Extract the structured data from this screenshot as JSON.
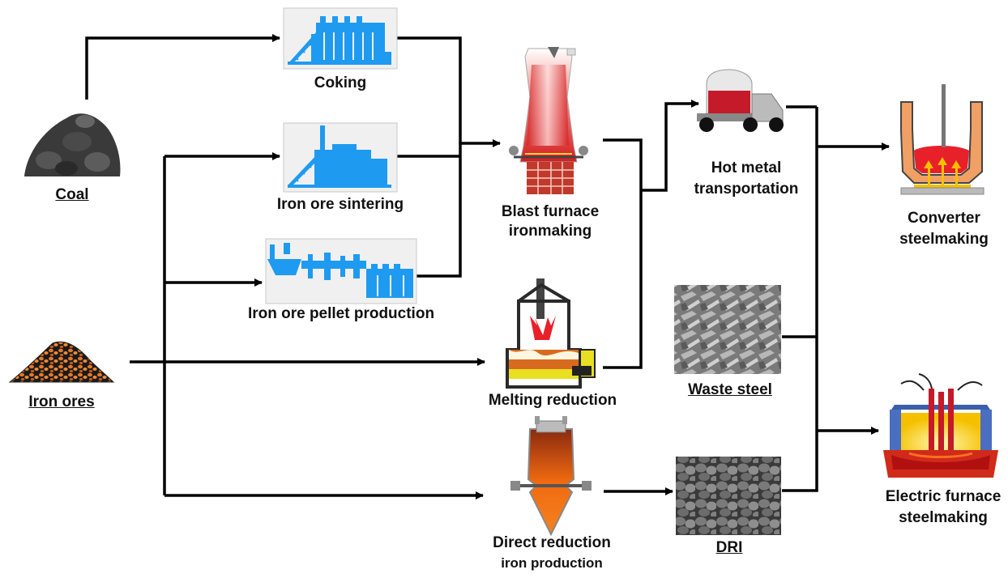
{
  "raw_materials": {
    "coal": "Coal",
    "iron_ores": "Iron ores"
  },
  "processes": {
    "coking": "Coking",
    "sintering": "Iron ore sintering",
    "pellet": "Iron ore pellet production",
    "blast_furnace_line1": "Blast furnace",
    "blast_furnace_line2": "ironmaking",
    "melting_reduction": "Melting reduction",
    "direct_reduction_line1": "Direct reduction",
    "direct_reduction_line2": "iron production",
    "hot_metal_line1": "Hot metal",
    "hot_metal_line2": "transportation",
    "waste_steel": "Waste steel",
    "dri": "DRI",
    "converter_line1": "Converter",
    "converter_line2": "steelmaking",
    "electric_line1": "Electric furnace",
    "electric_line2": "steelmaking"
  },
  "colors": {
    "process_icon": "#1e9bf0",
    "panel_bg": "#f0f0f0",
    "furnace_red": "#e8202a",
    "molten_orange": "#f58220",
    "flow_line": "#000000"
  },
  "icons": {
    "coal": "coal-pile-icon",
    "iron_ores": "iron-ore-pile-icon",
    "coking": "coking-plant-icon",
    "sintering": "sintering-plant-icon",
    "pellet": "pellet-plant-icon",
    "blast_furnace": "blast-furnace-icon",
    "melting": "melting-reduction-furnace-icon",
    "direct_reduction": "shaft-furnace-icon",
    "hot_metal": "hot-metal-truck-icon",
    "waste_steel": "scrap-steel-photo",
    "dri": "dri-pellets-photo",
    "converter": "converter-icon",
    "electric": "electric-arc-furnace-icon"
  }
}
